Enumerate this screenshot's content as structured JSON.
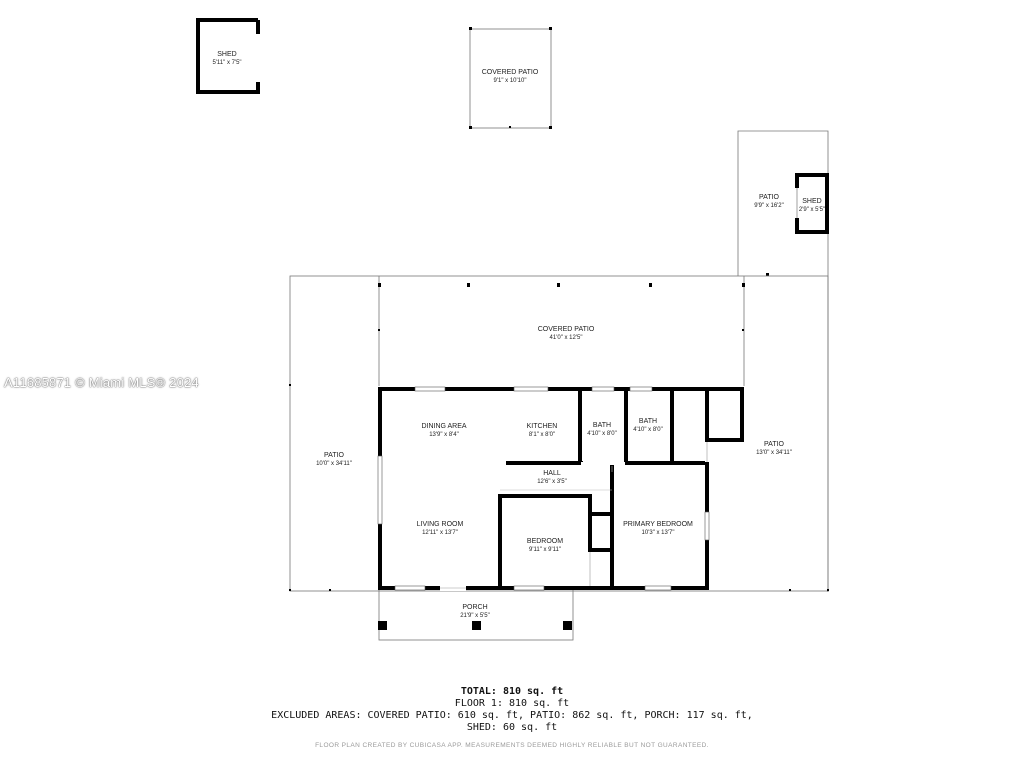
{
  "watermark": "A11685871 © Miami MLS® 2024",
  "rooms": {
    "shed_top": {
      "label": "SHED",
      "dims": "5'11\" x 7'5\""
    },
    "covered_patio_top": {
      "label": "COVERED PATIO",
      "dims": "9'1\" x 10'10\""
    },
    "patio_right_top": {
      "label": "PATIO",
      "dims": "9'9\" x 16'2\""
    },
    "shed_right": {
      "label": "SHED",
      "dims": "2'9\" x 5'5\""
    },
    "covered_patio_main": {
      "label": "COVERED PATIO",
      "dims": "41'0\" x 12'5\""
    },
    "patio_left": {
      "label": "PATIO",
      "dims": "10'0\" x 34'11\""
    },
    "patio_right": {
      "label": "PATIO",
      "dims": "13'0\" x 34'11\""
    },
    "dining_area": {
      "label": "DINING AREA",
      "dims": "13'9\" x 8'4\""
    },
    "kitchen": {
      "label": "KITCHEN",
      "dims": "8'1\" x 8'0\""
    },
    "bath_1": {
      "label": "BATH",
      "dims": "4'10\" x 8'0\""
    },
    "bath_2": {
      "label": "BATH",
      "dims": "4'10\" x 8'0\""
    },
    "hall": {
      "label": "HALL",
      "dims": "12'6\" x 3'5\""
    },
    "living_room": {
      "label": "LIVING ROOM",
      "dims": "12'11\" x 13'7\""
    },
    "bedroom": {
      "label": "BEDROOM",
      "dims": "9'11\" x 9'11\""
    },
    "primary_bedroom": {
      "label": "PRIMARY BEDROOM",
      "dims": "10'3\" x 13'7\""
    },
    "porch": {
      "label": "PORCH",
      "dims": "21'9\" x 5'5\""
    }
  },
  "totals": {
    "total": "TOTAL: 810 sq. ft",
    "floor": "FLOOR 1: 810 sq. ft",
    "excluded": "EXCLUDED AREAS: COVERED PATIO: 610 sq. ft, PATIO: 862 sq. ft, PORCH: 117 sq. ft,",
    "shed": "SHED: 60 sq. ft"
  },
  "disclaimer": "FLOOR PLAN CREATED BY CUBICASA APP. MEASUREMENTS DEEMED HIGHLY RELIABLE BUT NOT GUARANTEED."
}
